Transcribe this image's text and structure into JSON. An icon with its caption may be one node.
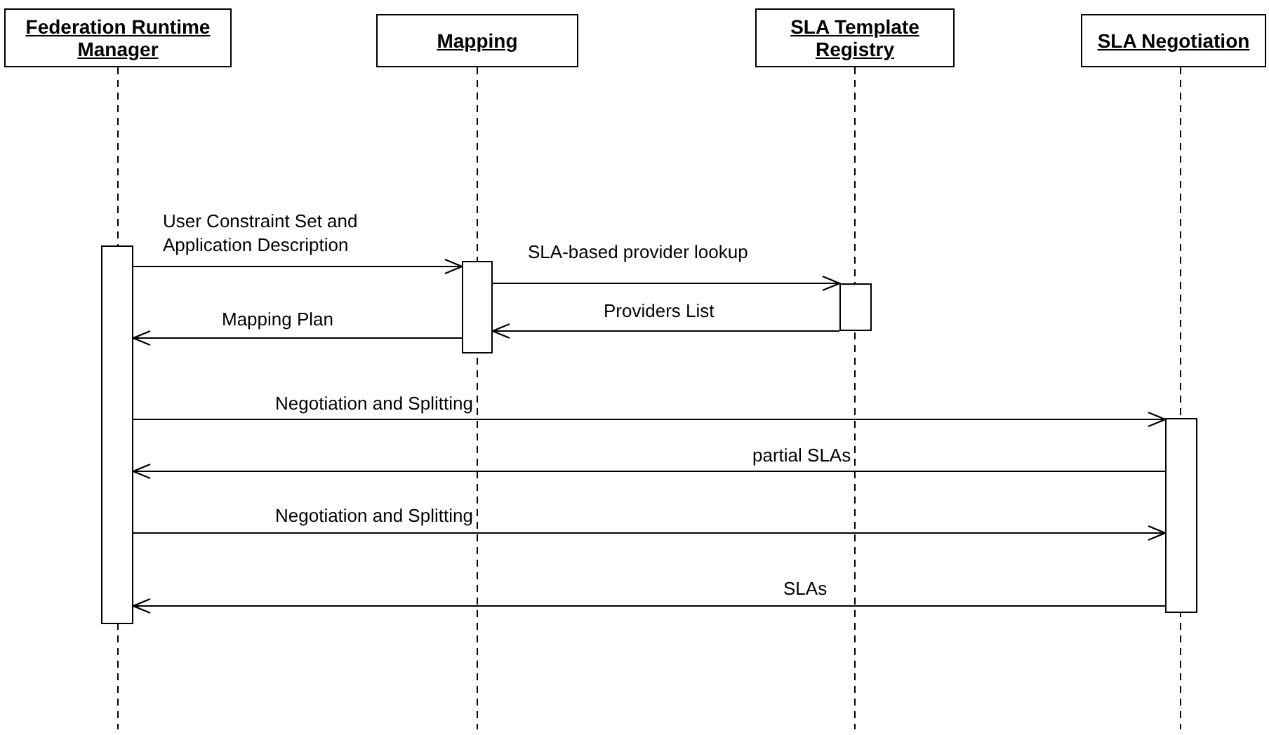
{
  "diagram": {
    "nodes": [
      {
        "text": [
          "Federation Runtime Manager"
        ]
      },
      {
        "text": [
          "Mapping"
        ]
      },
      {
        "text": [
          "SLA Template Registry"
        ]
      },
      {
        "text": [
          "SLA Negotiation"
        ]
      },
      {
        "text": [],
        "shape": "bar"
      },
      {
        "text": [],
        "shape": "bar"
      },
      {
        "text": [],
        "shape": "bar"
      },
      {
        "text": [],
        "shape": "bar"
      }
    ],
    "edges": [
      {
        "from": 4,
        "to": 5,
        "arrow": "to",
        "label": "User Constraint Set and Application Description"
      },
      {
        "from": 5,
        "to": 6,
        "arrow": "to",
        "label": "SLA-based provider lookup"
      },
      {
        "from": 6,
        "to": 5,
        "arrow": "to",
        "label": "Providers List"
      },
      {
        "from": 5,
        "to": 4,
        "arrow": "to",
        "label": "Mapping Plan"
      },
      {
        "from": 4,
        "to": 7,
        "arrow": "to",
        "label": "Negotiation and Splitting"
      },
      {
        "from": 7,
        "to": 4,
        "arrow": "to",
        "label": "partial SLAs"
      },
      {
        "from": 4,
        "to": 7,
        "arrow": "to",
        "label": "Negotiation and Splitting"
      },
      {
        "from": 7,
        "to": 4,
        "arrow": "to",
        "label": "SLAs"
      }
    ]
  }
}
